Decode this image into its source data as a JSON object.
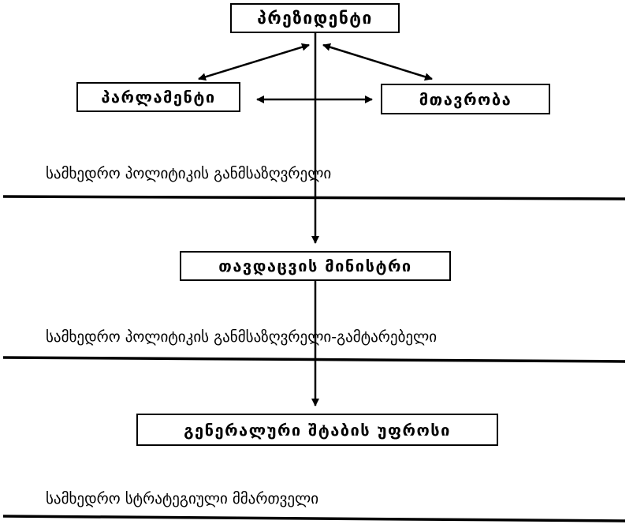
{
  "nodes": {
    "president": "პრეზიდენტი",
    "parliament": "პარლამენტი",
    "government": "მთავრობა",
    "minister": "თავდაცვის მინისტრი",
    "chief_of_staff": "გენერალური შტაბის უფროსი"
  },
  "levels": {
    "level1": "სამხედრო პოლიტიკის განმსაზღვრელი",
    "level2": "სამხედრო პოლიტიკის განმსაზღვრელი-გამტარებელი",
    "level3": "სამხედრო სტრატეგიული მმართველი"
  },
  "colors": {
    "line": "#000000",
    "background": "#ffffff"
  }
}
